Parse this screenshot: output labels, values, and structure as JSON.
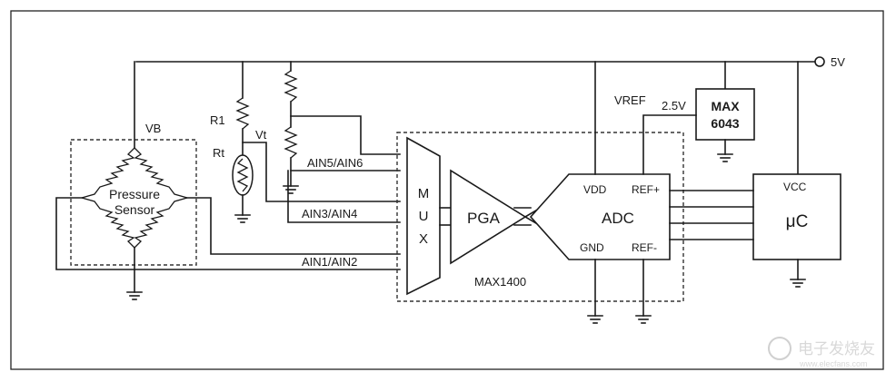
{
  "diagram": {
    "supply_label": "5V",
    "vb_label": "VB",
    "sensor_label_line1": "Pressure",
    "sensor_label_line2": "Sensor",
    "r1_label": "R1",
    "rt_label": "Rt",
    "vt_label": "Vt",
    "ain56_label": "AIN5/AIN6",
    "ain34_label": "AIN3/AIN4",
    "ain12_label": "AIN1/AIN2",
    "mux_letters": [
      "M",
      "U",
      "X"
    ],
    "pga_label": "PGA",
    "adc_label": "ADC",
    "vdd_label": "VDD",
    "gnd_label": "GND",
    "refp_label": "REF+",
    "refm_label": "REF-",
    "chip_label": "MAX1400",
    "vref_label": "VREF",
    "ref_voltage_label": "2.5V",
    "max_line1": "MAX",
    "max_line2": "6043",
    "vcc_label": "VCC",
    "uc_label": "μC",
    "watermark_text": "电子发烧友",
    "watermark_url": "www.elecfans.com"
  },
  "colors": {
    "line": "#1a1a1a",
    "background": "#ffffff",
    "watermark": "#d8d8d8"
  }
}
